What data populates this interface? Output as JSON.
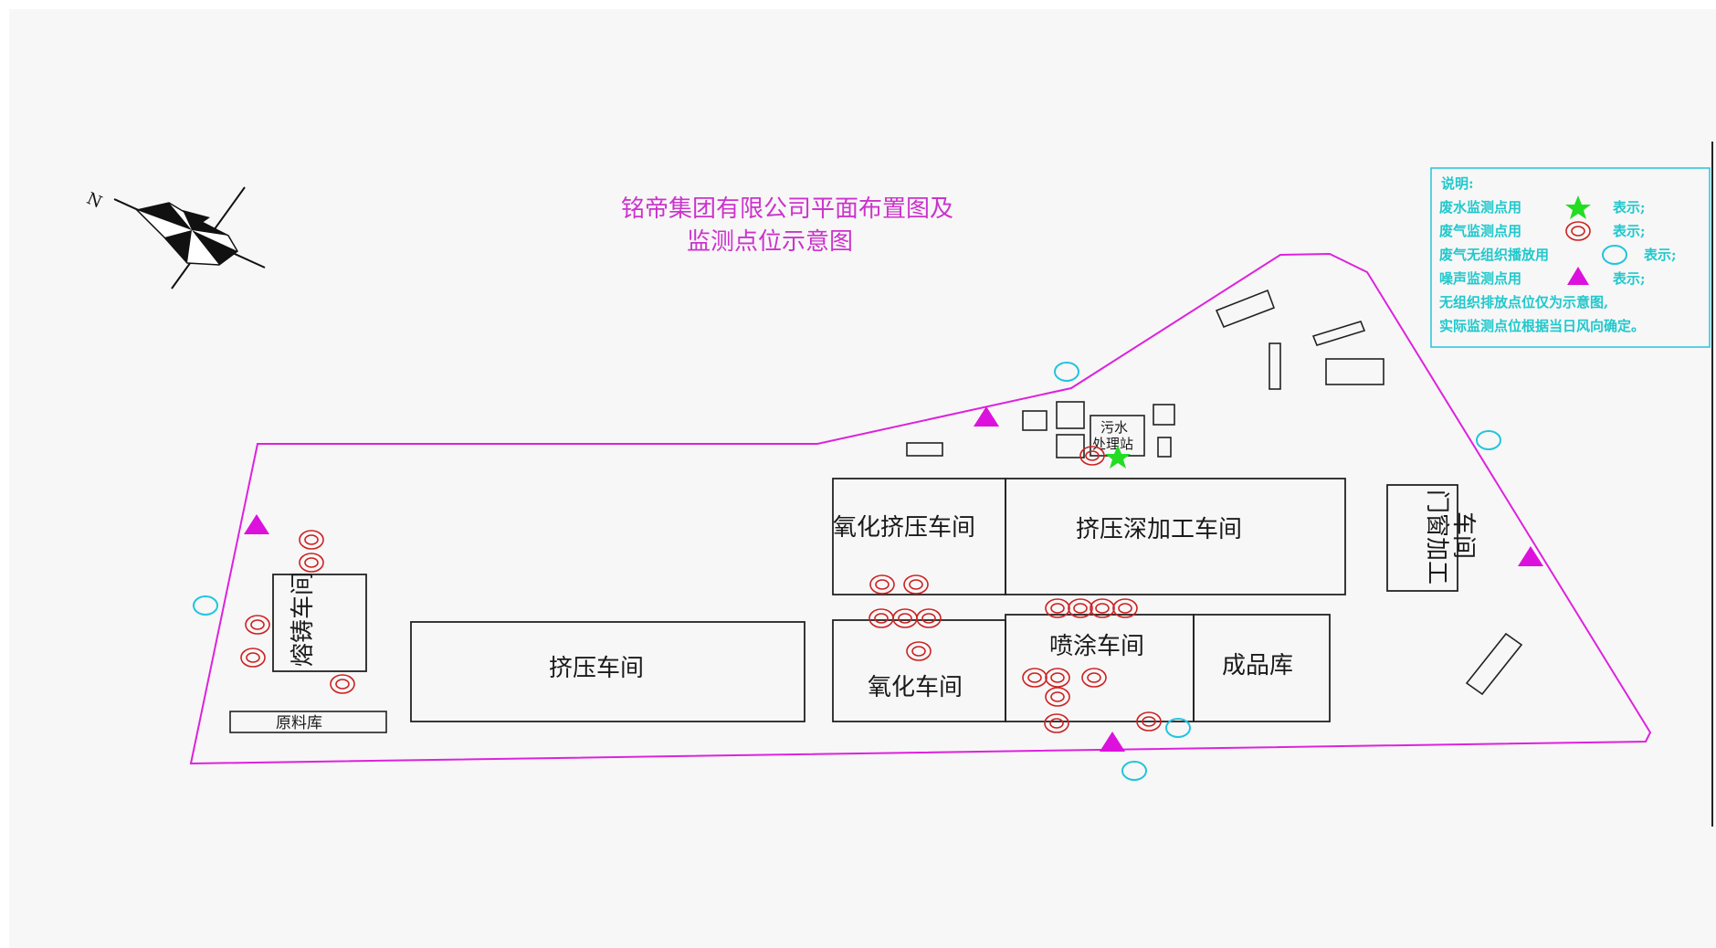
{
  "title": {
    "line1": "铭帝集团有限公司平面布置图及",
    "line2": "监测点位示意图"
  },
  "compass": {
    "north_label": "N",
    "icon": "compass-rose-icon"
  },
  "buildings": {
    "rongzhu": "熔铸车间",
    "yuanliaoku": "原料库",
    "jiya": "挤压车间",
    "yanghua_jiya": "氧化挤压车间",
    "jiya_shenjiagong": "挤压深加工车间",
    "yanghua": "氧化车间",
    "pentu": "喷涂车间",
    "chengpinku": "成品库",
    "menchuang_line1": "门窗加工",
    "menchuang_line2": "车间",
    "wushui_line1": "污水",
    "wushui_line2": "处理站"
  },
  "legend": {
    "heading": "说明:",
    "rows": [
      {
        "prefix": "废水监测点用",
        "symbol": "green-star-icon",
        "suffix": "表示;"
      },
      {
        "prefix": "废气监测点用",
        "symbol": "double-red-circle-icon",
        "suffix": "表示;"
      },
      {
        "prefix": "废气无组织播放用",
        "symbol": "cyan-circle-icon",
        "suffix": "表示;"
      },
      {
        "prefix": "噪声监测点用",
        "symbol": "magenta-triangle-icon",
        "suffix": "表示;"
      }
    ],
    "note1": "无组织排放点位仅为示意图,",
    "note2": "实际监测点位根据当日风向确定。"
  },
  "colors": {
    "boundary": "#dd22dd",
    "noise_triangle": "#dd11dd",
    "wastewater_star": "#22dd22",
    "exhaust_ring": "#cc2222",
    "fugitive_circle": "#22c4dd",
    "legend_text": "#20c8cc",
    "title": "#cc33cc",
    "background": "#f7f7f7"
  }
}
